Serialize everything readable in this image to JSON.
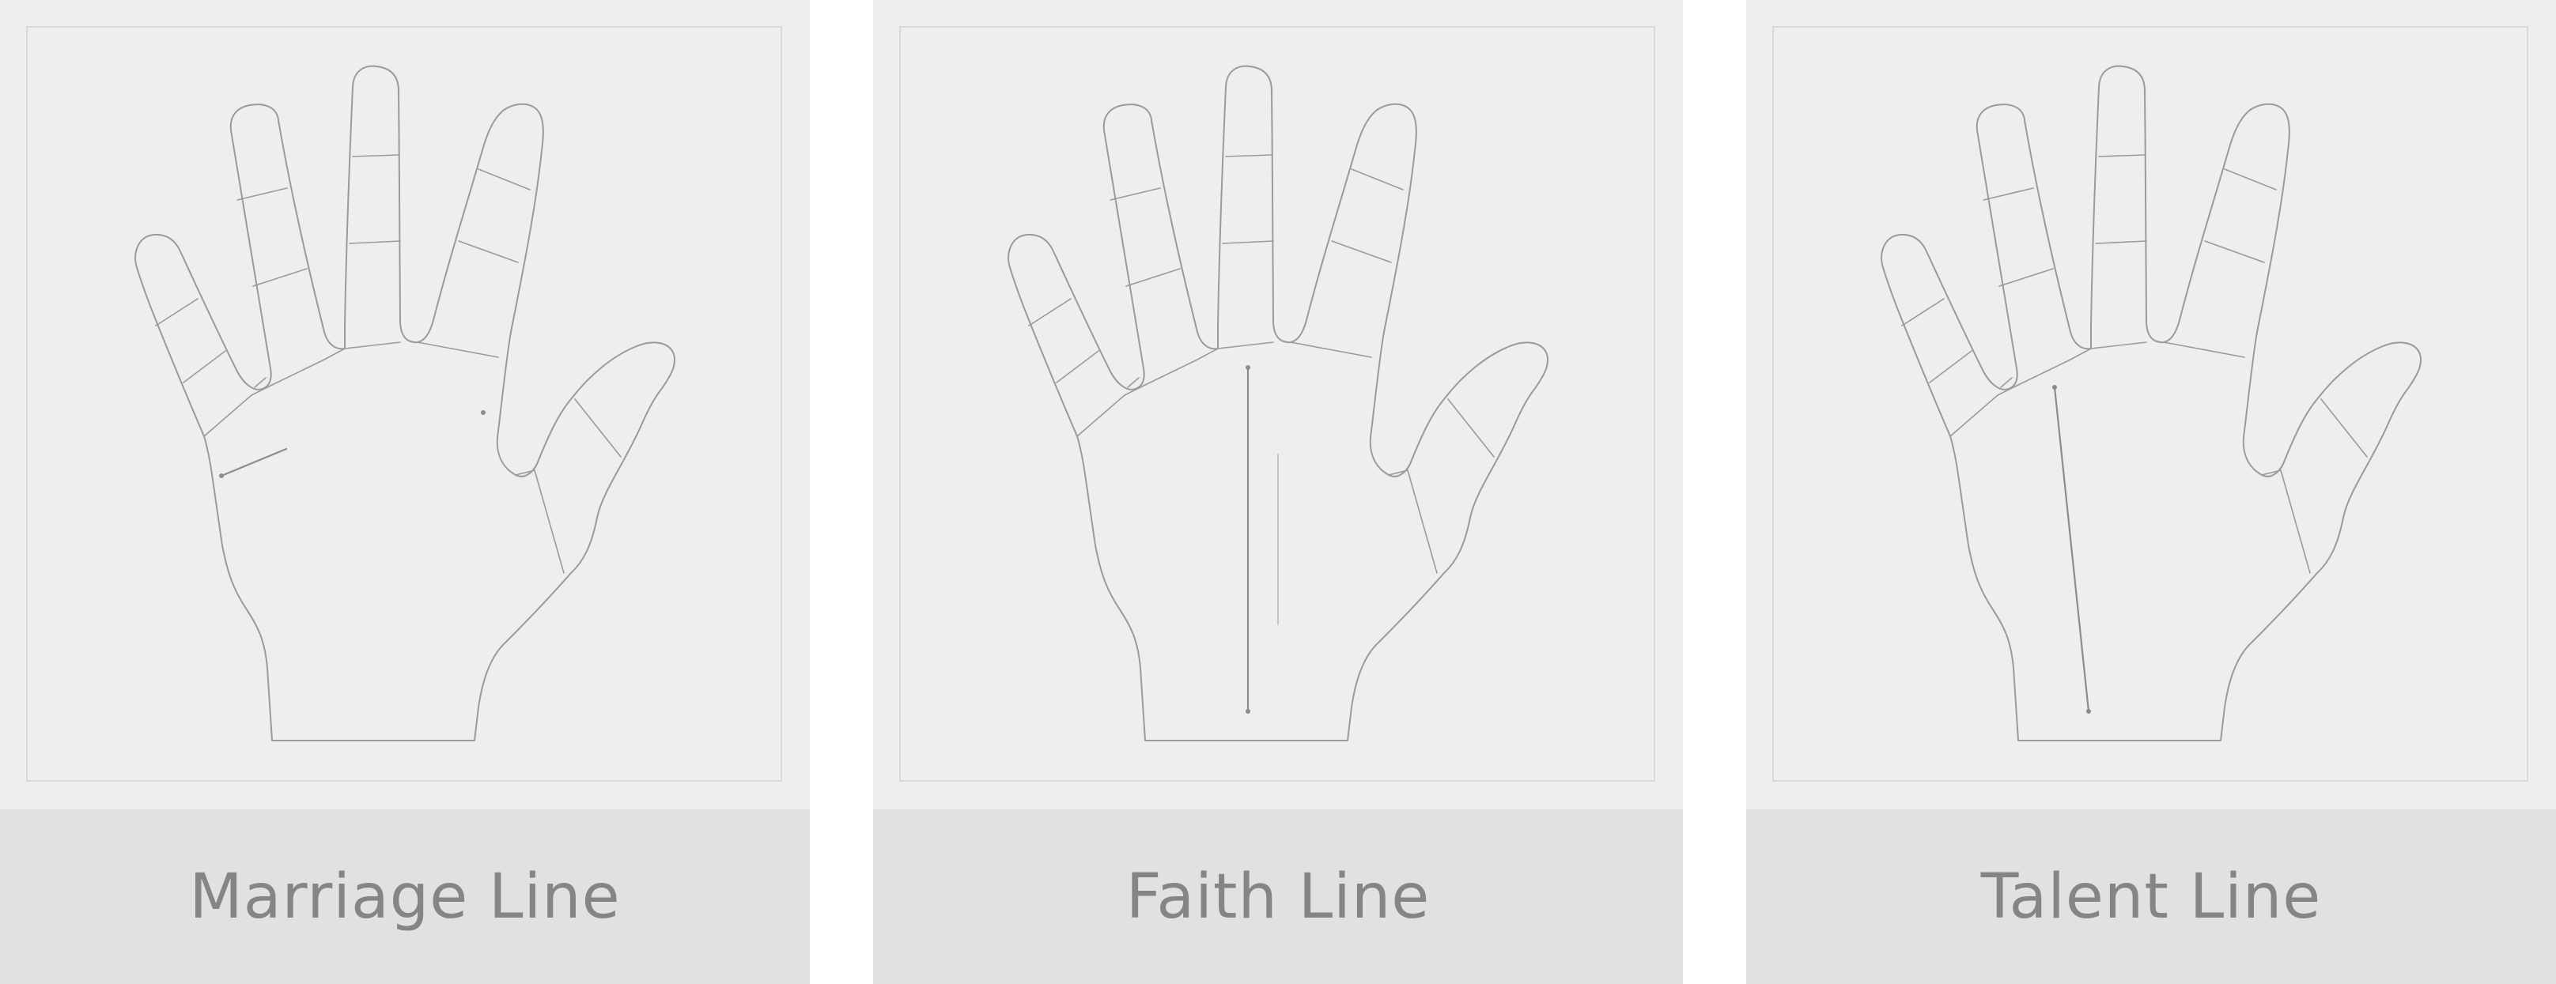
{
  "cards": [
    {
      "caption": "Marriage Line"
    },
    {
      "caption": "Faith Line"
    },
    {
      "caption": "Talent Line"
    }
  ],
  "icons": {
    "hand": "hand-outline-icon"
  },
  "colors": {
    "card_background": "#eeeeee",
    "caption_band": "#e1e1e1",
    "caption_text": "#858585",
    "line_stroke": "#9a9a9a"
  }
}
